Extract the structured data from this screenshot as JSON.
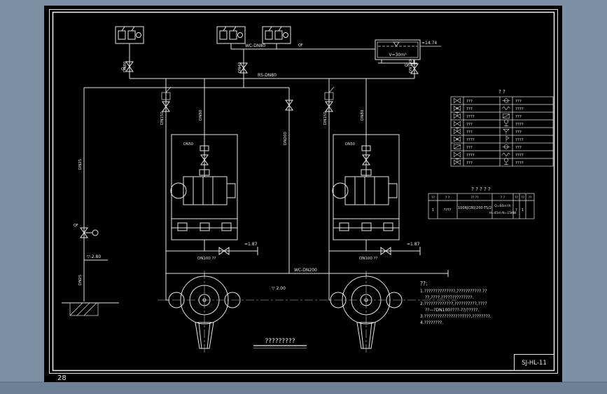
{
  "scene": {
    "sheet_number": "28",
    "title_code": "SJ-HL-11",
    "drawing_title": "?????????",
    "tank": {
      "volume": "V=30m³",
      "level": "≈14.74"
    },
    "labels": {
      "wc_dn80": "WC-DN80",
      "rs_dn80": "RS-DN80",
      "wc_dn200": "WC-DN200",
      "dn40": "DN40",
      "dn80_a": "DN80",
      "dn80_l": "DN80",
      "dn80_r": "DN80",
      "dn200": "DN200",
      "dn150_l": "DN150",
      "dn150_r": "DN150",
      "dn50_l": "DN50",
      "dn50_r": "DN50",
      "dn25_u": "DN25",
      "dn25_d": "DN25",
      "dn100_tank": "DN100",
      "dn100_l": "DN100 ??",
      "dn100_r": "DN100 ??",
      "qf1": "QF",
      "qf2": "QF",
      "qf3": "QF",
      "qf4": "QF"
    },
    "elevations": {
      "disch_l": "≈1.87",
      "disch_r": "≈1.87",
      "floor": "▽ 2.00",
      "sump": "▽-2.80"
    }
  },
  "legend": {
    "title": "? ?",
    "rows": [
      {
        "left": "???",
        "right": "???"
      },
      {
        "left": "???",
        "right": "????"
      },
      {
        "left": "????",
        "right": "???"
      },
      {
        "left": "???",
        "right": "????"
      },
      {
        "left": "???",
        "right": "???"
      },
      {
        "left": "????",
        "right": "????"
      },
      {
        "left": "???",
        "right": "???"
      },
      {
        "left": "????",
        "right": "????"
      },
      {
        "left": "???",
        "right": "????"
      }
    ]
  },
  "equipment_table": {
    "title": "? ? ? ? ?",
    "headers": [
      "??",
      "? ?",
      "?? ??",
      "? ?",
      "??",
      "??",
      "??"
    ],
    "row": {
      "no": "1",
      "name": "????",
      "model": "100RJC80/200-T5/2",
      "param1": "Q=60m³/h",
      "param2": "H=45m N=15KW",
      "unit": "?",
      "qty": "1",
      "note": ""
    }
  },
  "notes": {
    "title": "??:",
    "lines": [
      "1.??????????????,???????????.??",
      "??,????.??????????????.",
      "2.?????????????,??????????,????",
      "??—?DN100????-??/?????.",
      "3.?????????????????????,????????.",
      "4.????????."
    ]
  }
}
